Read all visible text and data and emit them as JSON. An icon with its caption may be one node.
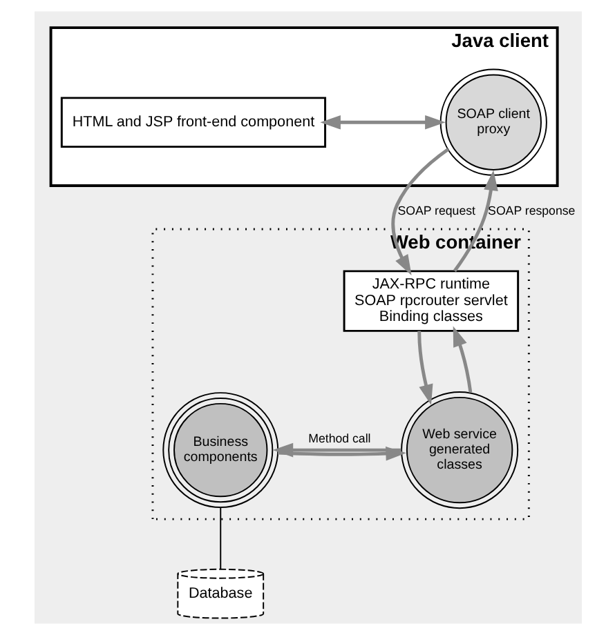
{
  "diagram": {
    "nodes": [
      {
        "text": [
          "Java client"
        ]
      },
      {
        "text": [
          "HTML and JSP front-end component"
        ],
        "in": 0
      },
      {
        "text": [
          "SOAP client proxy"
        ],
        "in": 0
      },
      {
        "text": [
          "Web container"
        ]
      },
      {
        "text": [
          "JAX-RPC runtime",
          "SOAP rpcrouter servlet",
          "Binding classes"
        ],
        "in": 3
      },
      {
        "text": [
          "Web service generated classes"
        ],
        "in": 3
      },
      {
        "text": [
          "Business components"
        ],
        "in": 3
      },
      {
        "text": [
          "Database"
        ]
      }
    ],
    "edges": [
      {
        "from": 1,
        "to": 2,
        "arrow": "both"
      },
      {
        "from": 2,
        "to": 4,
        "arrow": "to",
        "label": "SOAP request"
      },
      {
        "from": 4,
        "to": 2,
        "arrow": "to",
        "label": "SOAP response"
      },
      {
        "from": 4,
        "to": 5,
        "arrow": "to"
      },
      {
        "from": 5,
        "to": 4,
        "arrow": "to"
      },
      {
        "from": 5,
        "to": 6,
        "arrow": "to",
        "label": "Method call"
      },
      {
        "from": 6,
        "to": 5,
        "arrow": "to"
      },
      {
        "from": 6,
        "to": 7,
        "arrow": "none",
        "color": "#000000"
      }
    ]
  }
}
